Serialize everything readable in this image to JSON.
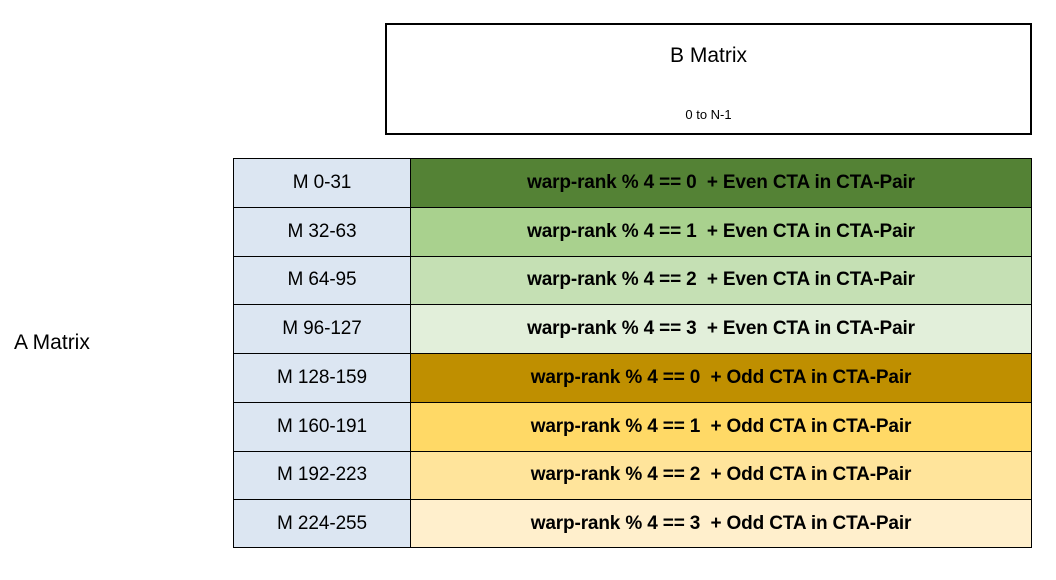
{
  "diagram": {
    "side_label": "A Matrix",
    "b_matrix": {
      "title": "B Matrix",
      "range": "0 to N-1"
    },
    "colors": {
      "row_label_fill": "#DCE6F2",
      "border": "#000000",
      "background": "#FFFFFF"
    },
    "rows": [
      {
        "label": "M 0-31",
        "desc": "warp-rank % 4 == 0  + Even CTA in CTA-Pair",
        "fill": "#548235"
      },
      {
        "label": "M 32-63",
        "desc": "warp-rank % 4 == 1  + Even CTA in CTA-Pair",
        "fill": "#A9D18E"
      },
      {
        "label": "M 64-95",
        "desc": "warp-rank % 4 == 2  + Even CTA in CTA-Pair",
        "fill": "#C5E0B4"
      },
      {
        "label": "M 96-127",
        "desc": "warp-rank % 4 == 3  + Even CTA in CTA-Pair",
        "fill": "#E2EFDA"
      },
      {
        "label": "M 128-159",
        "desc": "warp-rank % 4 == 0  + Odd CTA in CTA-Pair",
        "fill": "#BF8F00"
      },
      {
        "label": "M 160-191",
        "desc": "warp-rank % 4 == 1  + Odd CTA in CTA-Pair",
        "fill": "#FFD966"
      },
      {
        "label": "M 192-223",
        "desc": "warp-rank % 4 == 2  + Odd CTA in CTA-Pair",
        "fill": "#FFE49B"
      },
      {
        "label": "M 224-255",
        "desc": "warp-rank % 4 == 3  + Odd CTA in CTA-Pair",
        "fill": "#FFEFCC"
      }
    ]
  }
}
